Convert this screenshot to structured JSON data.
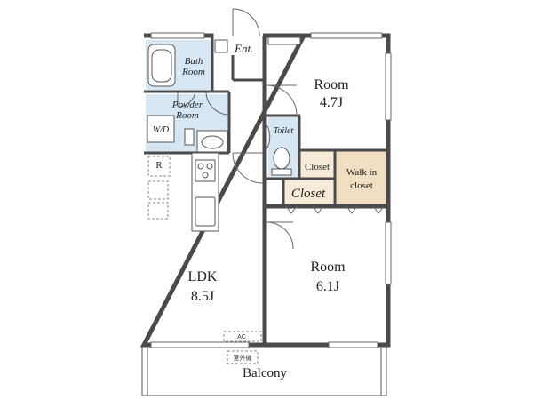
{
  "colors": {
    "wet_area": "#d6e6f3",
    "closet": "#f6ead9",
    "walk_in": "#f1dfc4",
    "wall": "#4a4a4a",
    "floor": "#ffffff"
  },
  "rooms": {
    "entrance": {
      "label": "Ent."
    },
    "bath": {
      "line1": "Bath",
      "line2": "Room"
    },
    "powder": {
      "line1": "Powder",
      "line2": "Room"
    },
    "washer": {
      "label": "W/D"
    },
    "toilet": {
      "label": "Toilet"
    },
    "closet_upper": {
      "label": "Closet"
    },
    "closet_lower": {
      "label": "Closet"
    },
    "walk_in": {
      "line1": "Walk in",
      "line2": "closet"
    },
    "room_north": {
      "name": "Room",
      "size": "4.7J"
    },
    "room_south": {
      "name": "Room",
      "size": "6.1J"
    },
    "ldk": {
      "name": "LDK",
      "size": "8.5J"
    },
    "refrigerator": {
      "label": "R"
    },
    "aircon": {
      "label": "AC"
    },
    "outdoor_unit": {
      "label": "室外機"
    },
    "balcony": {
      "label": "Balcony"
    }
  }
}
